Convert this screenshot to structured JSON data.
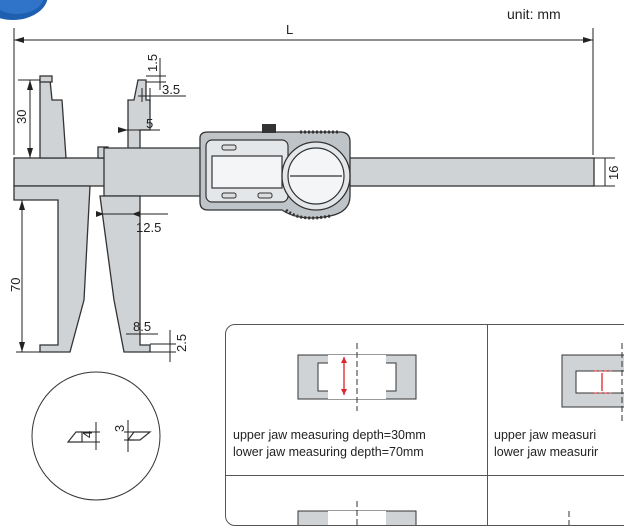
{
  "unit_label": "unit: mm",
  "dims": {
    "L": "L",
    "d16": "16",
    "d30": "30",
    "d70": "70",
    "d1_5": "1.5",
    "d3_5": "3.5",
    "d5": "5",
    "d12_5": "12.5",
    "d8_5": "8.5",
    "d2_5": "2.5",
    "d4": "4",
    "d3": "3"
  },
  "panels": [
    {
      "line1": "upper jaw measuring depth=30mm",
      "line2": "lower jaw measuring depth=70mm"
    },
    {
      "line1": "upper jaw measuri",
      "line2": "lower jaw measurir"
    }
  ],
  "colors": {
    "accent_blue": "#1f5fb0",
    "jaw_fill": "#cfd3d6",
    "indicator_red": "#e0242b"
  }
}
